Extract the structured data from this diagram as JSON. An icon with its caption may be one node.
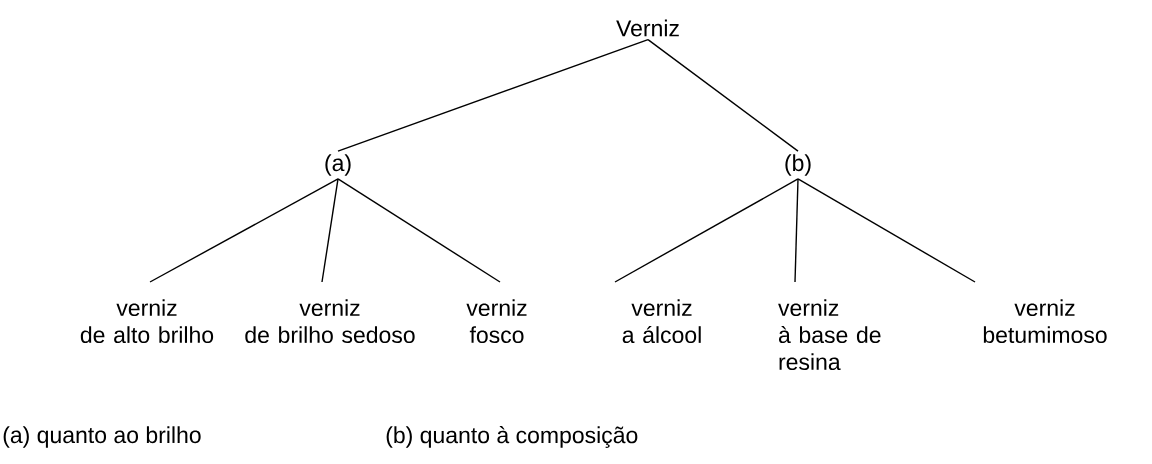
{
  "diagram": {
    "nodes": [
      {
        "text": [
          "Verniz"
        ]
      },
      {
        "text": [
          "(a)"
        ]
      },
      {
        "text": [
          "(b)"
        ]
      },
      {
        "text": [
          "verniz de alto brilho"
        ]
      },
      {
        "text": [
          "verniz de brilho sedoso"
        ]
      },
      {
        "text": [
          "verniz fosco"
        ]
      },
      {
        "text": [
          "verniz a álcool"
        ]
      },
      {
        "text": [
          "verniz à base de resina"
        ]
      },
      {
        "text": [
          "verniz betumimoso"
        ]
      }
    ],
    "edges": [
      {
        "from": 0,
        "to": 1,
        "arrow": "none"
      },
      {
        "from": 0,
        "to": 2,
        "arrow": "none"
      },
      {
        "from": 1,
        "to": 3,
        "arrow": "none"
      },
      {
        "from": 1,
        "to": 4,
        "arrow": "none"
      },
      {
        "from": 1,
        "to": 5,
        "arrow": "none"
      },
      {
        "from": 2,
        "to": 6,
        "arrow": "none"
      },
      {
        "from": 2,
        "to": 7,
        "arrow": "none"
      },
      {
        "from": 2,
        "to": 8,
        "arrow": "none"
      }
    ],
    "labels": [
      "(a) quanto ao brilho",
      "(b) quanto à composição"
    ]
  }
}
